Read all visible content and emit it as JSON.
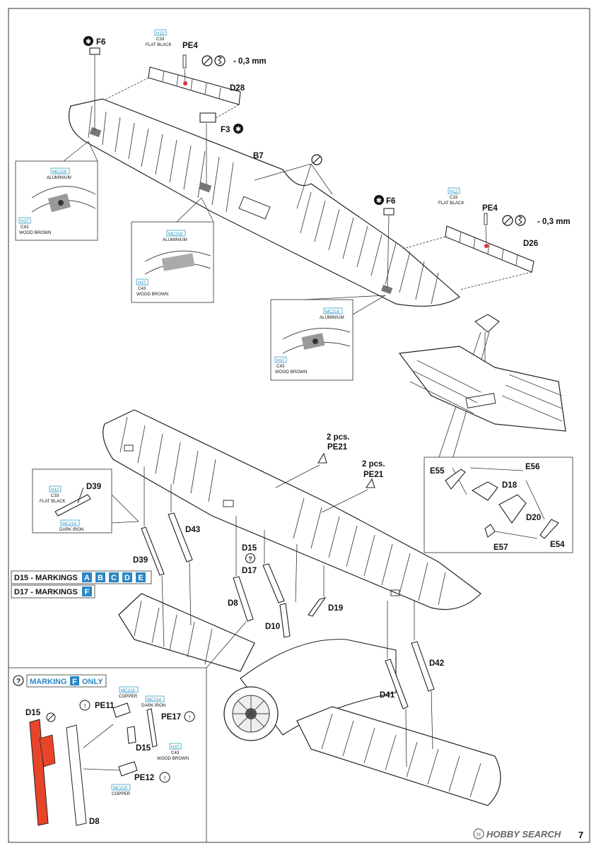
{
  "parts": {
    "f6_top": "F6",
    "pe4_top": "PE4",
    "d28": "D28",
    "f3": "F3",
    "b7": "B7",
    "f6_mid": "F6",
    "pe4_right": "PE4",
    "d26": "D26",
    "e55": "E55",
    "e56": "E56",
    "d18": "D18",
    "d20": "D20",
    "e57": "E57",
    "e54": "E54",
    "pe21_a": "PE21",
    "pe21_b": "PE21",
    "pe21_a_qty": "2 pcs.",
    "pe21_b_qty": "2 pcs.",
    "d39": "D39",
    "d39_left": "D39",
    "d43": "D43",
    "d15": "D15",
    "d17": "D17",
    "d8": "D8",
    "d10": "D10",
    "d19": "D19",
    "d41": "D41",
    "d42": "D42",
    "d15_inset": "D15",
    "pe11": "PE11",
    "pe17": "PE17",
    "d15_inset2": "D15",
    "pe12": "PE12",
    "d8_inset": "D8"
  },
  "drill": {
    "top": "- 0,3 mm",
    "right": "- 0,3 mm"
  },
  "paints": {
    "h12": "H12",
    "c33": "C33",
    "flat_black": "FLAT BLACK",
    "mc218": "MC218",
    "aluminium": "ALUMINIUM",
    "h37": "H37",
    "c43": "C43",
    "wood_brown": "WOOD BROWN",
    "mc214": "MC214",
    "dark_iron": "DARK IRON",
    "mc215": "MC215",
    "copper": "COPPER"
  },
  "markings": {
    "d15_label": "D15 - MARKINGS",
    "d15_letters": [
      "A",
      "B",
      "C",
      "D",
      "E"
    ],
    "d17_label": "D17 - MARKINGS",
    "d17_letter": "F",
    "inset_prefix": "MARKING",
    "inset_letter": "F",
    "inset_suffix": "ONLY"
  },
  "watermark": {
    "brand": "HOBBY SEARCH",
    "page": "7"
  },
  "colors": {
    "ink": "#111111",
    "paint_code": "#1f8fbf",
    "marking_fill": "#2a86c6",
    "red_part": "#e8442a",
    "watermark": "#666666"
  }
}
